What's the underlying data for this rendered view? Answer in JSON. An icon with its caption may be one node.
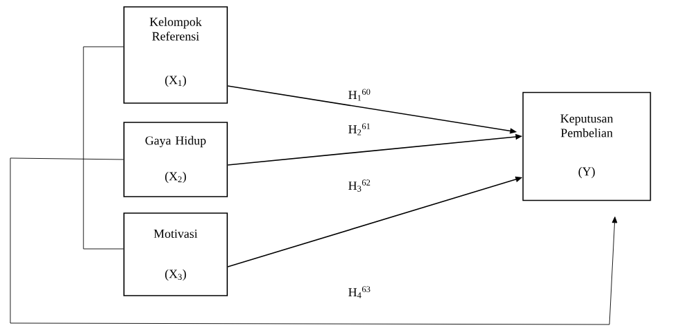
{
  "diagram": {
    "nodes": [
      {
        "text": [
          "Kelompok Referensi",
          "(X$_{1}$)"
        ]
      },
      {
        "text": [
          "Gaya Hidup",
          "(X$_{2}$)"
        ]
      },
      {
        "text": [
          "Motivasi",
          "(X$_{3}$)"
        ]
      },
      {
        "text": [
          "Keputusan Pembelian",
          "(Y)"
        ]
      }
    ],
    "edges": [
      {
        "from": 0,
        "to": 3,
        "arrow": "to"
      },
      {
        "from": 1,
        "to": 3,
        "arrow": "to"
      },
      {
        "from": 2,
        "to": 3,
        "arrow": "to"
      },
      {
        "from": 0,
        "to": 2,
        "arrow": "none"
      },
      {
        "from": 1,
        "to": 3,
        "arrow": "to"
      }
    ],
    "labels": [
      "H$_{1}$$^{60}$",
      "H$_{2}$$^{61}$",
      "H$_{3}$$^{62}$",
      "H$_{4}$$^{63}$"
    ]
  }
}
